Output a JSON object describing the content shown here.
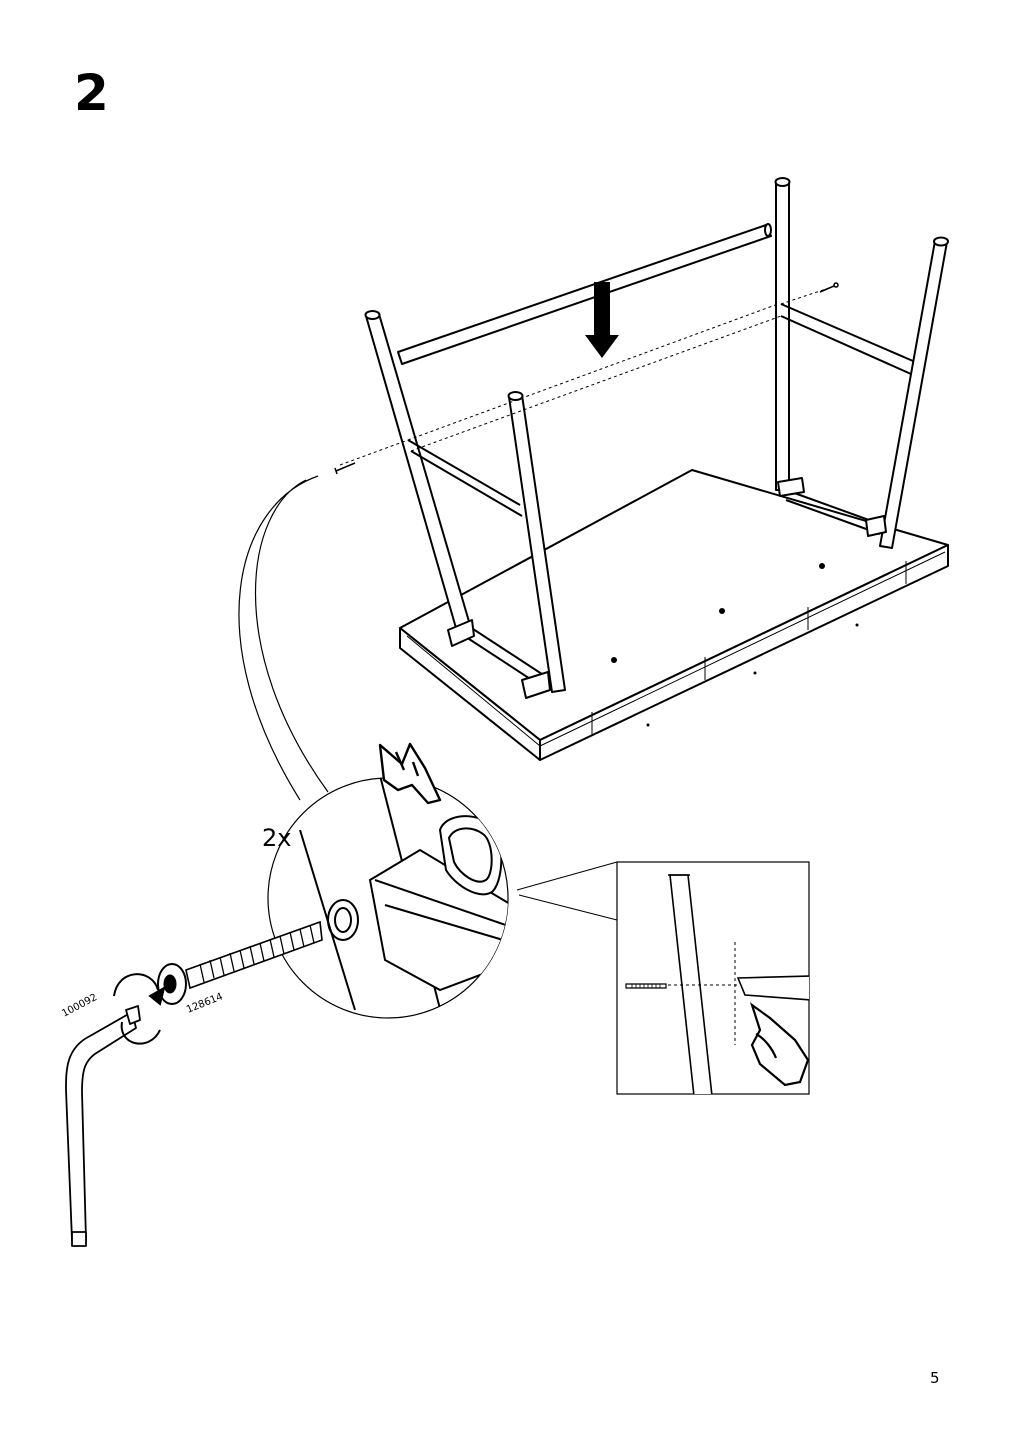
{
  "step": {
    "number": "2"
  },
  "detail": {
    "quantity": "2x",
    "allen_key_part": "100092",
    "bolt_part": "128614"
  },
  "footer": {
    "page_number": "5"
  }
}
